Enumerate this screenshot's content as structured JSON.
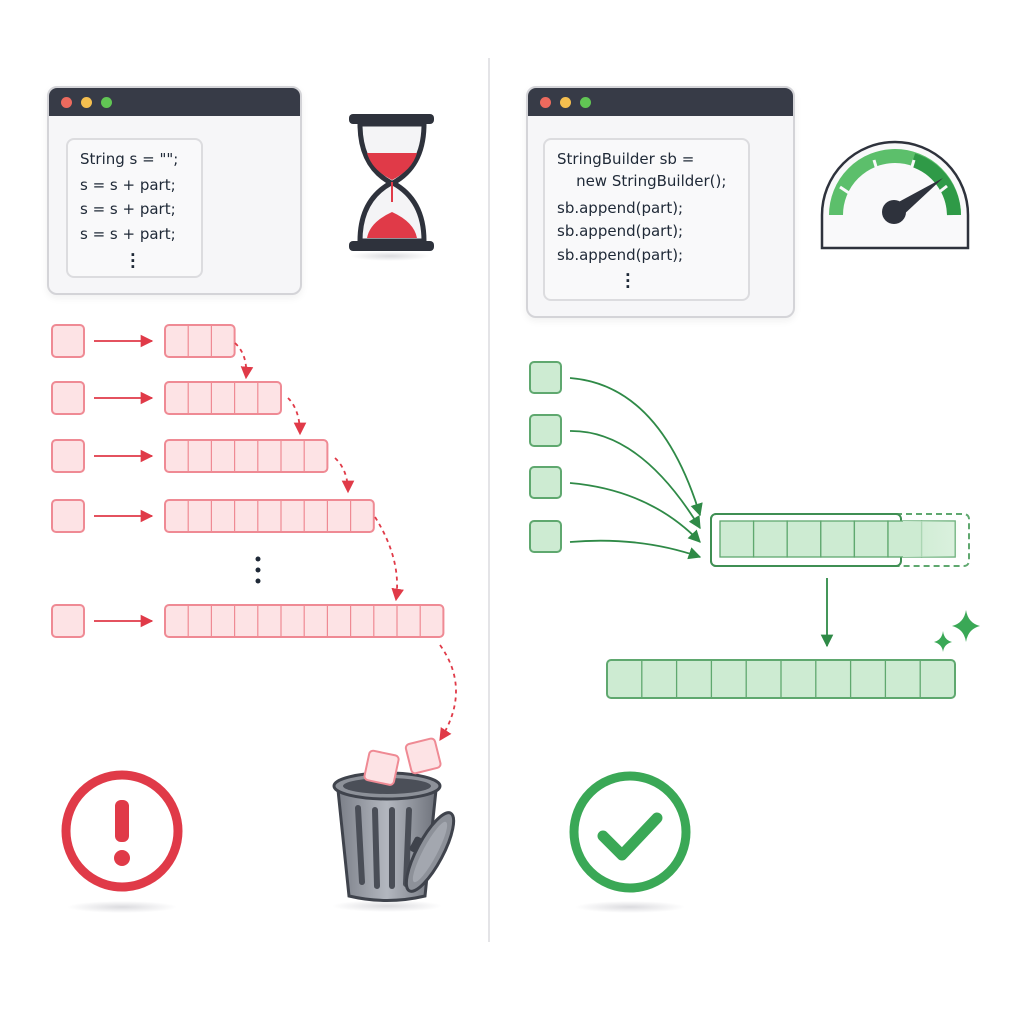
{
  "left_panel": {
    "code_lines": [
      "String s = \"\";",
      "s = s + part;",
      "s = s + part;",
      "s = s + part;"
    ],
    "cell_counts": [
      3,
      5,
      7,
      9,
      12
    ],
    "colors": {
      "fill": "#fde3e5",
      "stroke": "#ef8a94",
      "accent": "#e03a48"
    }
  },
  "right_panel": {
    "code_lines": [
      "StringBuilder sb =",
      "    new StringBuilder();",
      "sb.append(part);",
      "sb.append(part);",
      "sb.append(part);"
    ],
    "buffer_cells": 7,
    "result_cells": 10,
    "colors": {
      "fill": "#cdebd2",
      "stroke": "#5fa86f",
      "accent": "#3aa856"
    }
  },
  "icons": {
    "left": [
      "hourglass-icon",
      "trash-can-icon",
      "exclamation-icon"
    ],
    "right": [
      "speedometer-icon",
      "sparkle-icon",
      "checkmark-icon"
    ]
  },
  "window_dot_colors": [
    "#ed6a5e",
    "#f5bf4f",
    "#61c554"
  ]
}
